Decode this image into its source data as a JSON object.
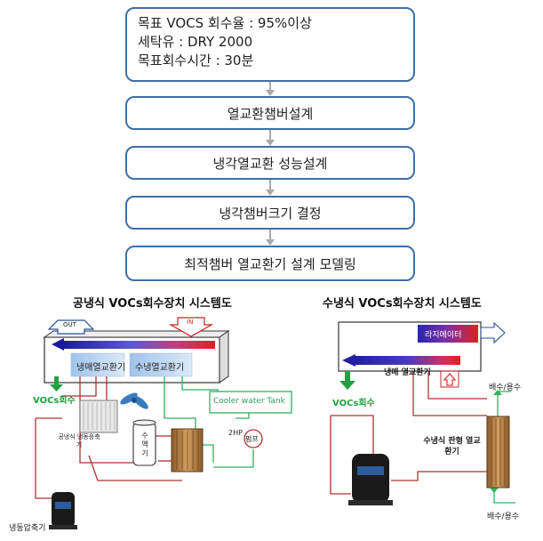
{
  "flow": {
    "box1_lines": [
      "목표 VOCS 회수율 : 95%이상",
      "세탁유 : DRY 2000",
      "목표회수시간 : 30분"
    ],
    "box2": "열교환챔버설계",
    "box3": "냉각열교환 성능설계",
    "box4": "냉각챔버크기 결정",
    "box5": "최적챔버 열교환기 설계 모델링"
  },
  "left_diagram": {
    "title": "공냉식 VOCs회수장치 시스템도",
    "out_label": "OUT",
    "in_label": "IN",
    "refrigerant_hx": "냉매열교환기",
    "coolant_hx": "수냉열교환기",
    "vocs_recovery": "VOCs회수",
    "cooler_tank": "Cooler water Tank",
    "hp": "2HP",
    "pump": "펌프",
    "receiver": "수액기",
    "air_condenser": "공냉식 냉동응축기",
    "compressor": "냉동압축기"
  },
  "right_diagram": {
    "title": "수냉식 VOCs회수장치 시스템도",
    "radiator": "라지에이터",
    "refrigerant_hx": "냉매 열교환기",
    "vocs_recovery": "VOCs회수",
    "drain_top": "배수/용수",
    "plate_hx": "수냉식 판형 열교환기",
    "drain_bottom": "배수/용수"
  }
}
